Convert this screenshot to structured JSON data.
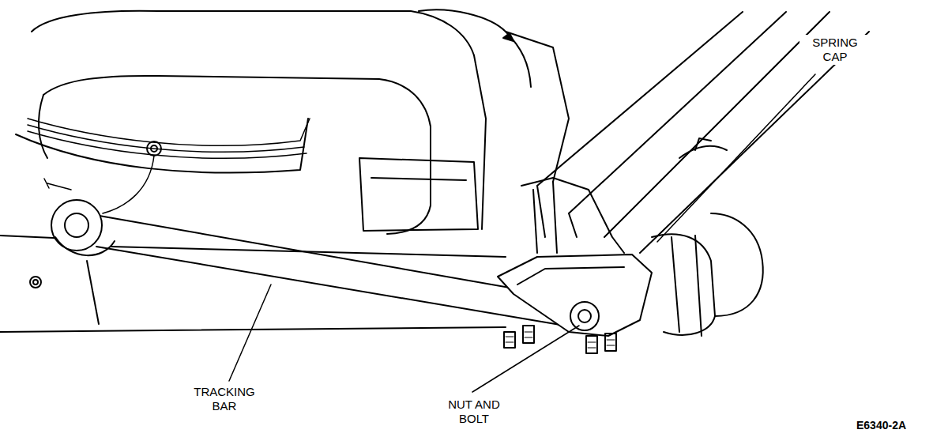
{
  "diagram": {
    "labels": [
      "SPRING CAP",
      "TRACKING BAR",
      "NUT AND BOLT",
      "E6340-2A"
    ]
  }
}
